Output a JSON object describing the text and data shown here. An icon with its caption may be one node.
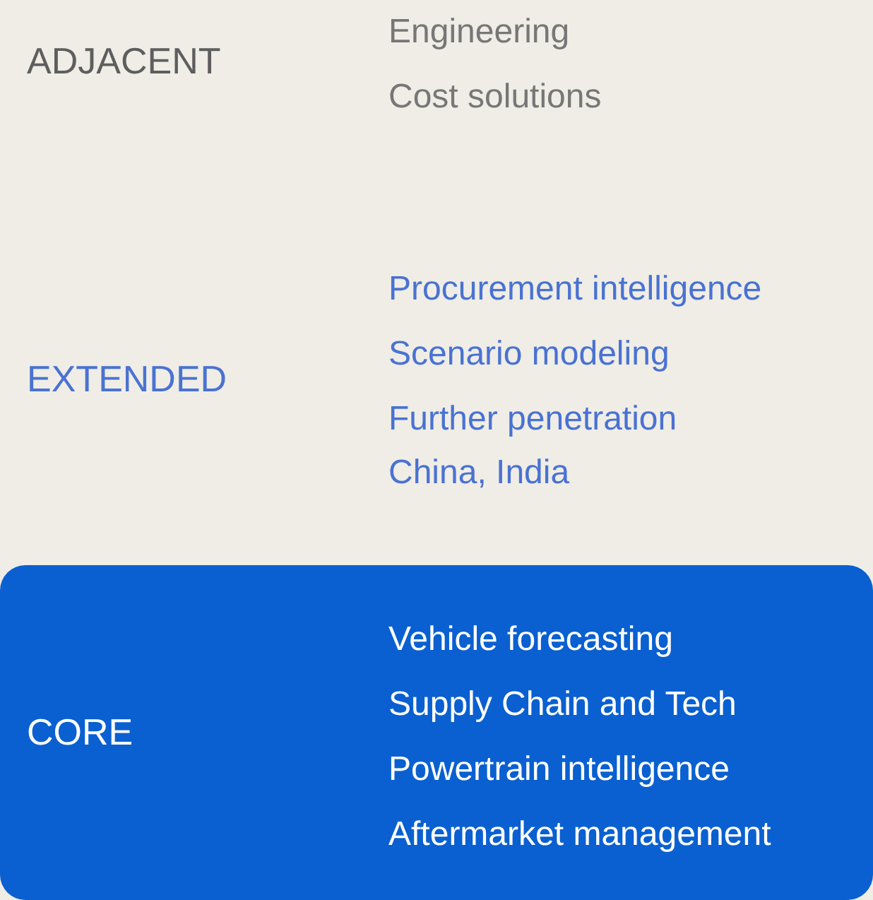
{
  "diagram": {
    "nodes": [
      {
        "text": [
          "ADJACENT",
          "Engineering",
          "Cost solutions"
        ]
      },
      {
        "text": [
          "EXTENDED",
          "Procurement intelligence",
          "Scenario modeling",
          "Further penetration China, India"
        ]
      },
      {
        "text": [
          "CORE",
          "Vehicle forecasting",
          "Supply Chain and Tech",
          "Powertrain intelligence",
          "Aftermarket management"
        ]
      }
    ]
  }
}
